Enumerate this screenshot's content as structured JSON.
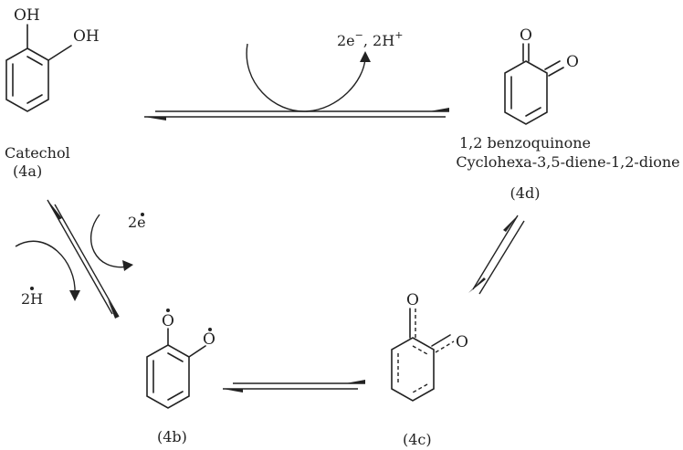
{
  "molecules": {
    "catechol": {
      "name": "Catechol",
      "id": "(4a)",
      "oh1": "OH",
      "oh2": "OH"
    },
    "benzoquinone": {
      "name": "1,2 benzoquinone",
      "alt_name": "Cyclohexa-3,5-diene-1,2-dione",
      "id": "(4d)",
      "o1": "O",
      "o2": "O"
    },
    "radical": {
      "id": "(4b)",
      "o1": "O",
      "o2": "O"
    },
    "intermediate": {
      "id": "(4c)",
      "o1": "O",
      "o2": "O"
    }
  },
  "reactions": {
    "top": {
      "electrons": "2e",
      "electrons_sup": "−",
      "protons": ", 2H",
      "protons_sup": "+"
    },
    "left": {
      "electrons": "2e",
      "protons": "2H"
    }
  }
}
